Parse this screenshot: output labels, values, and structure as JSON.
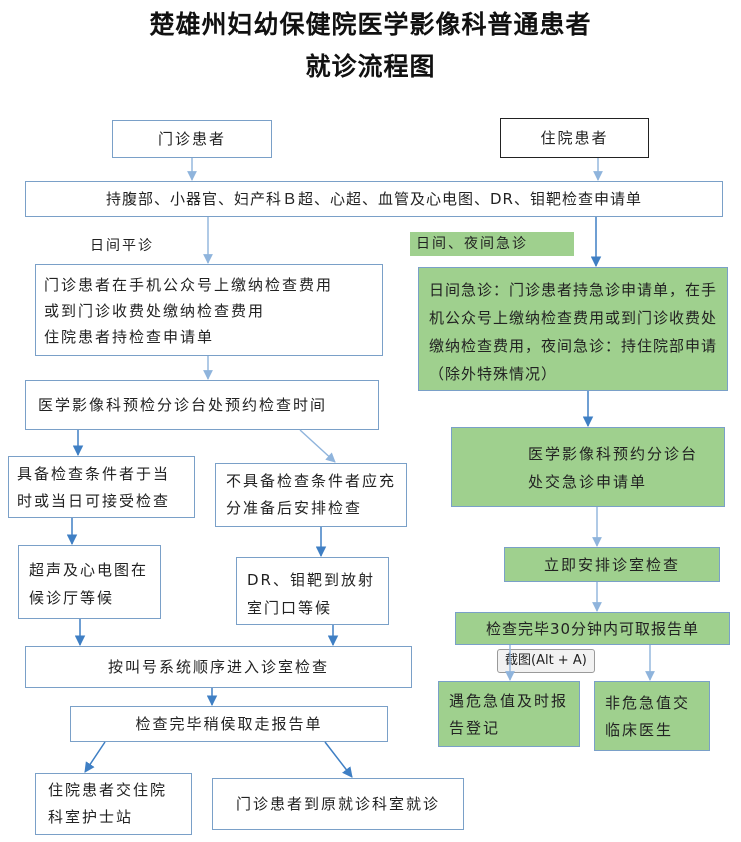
{
  "title_line1": "楚雄州妇幼保健院医学影像科普通患者",
  "title_line2": "就诊流程图",
  "nodes": {
    "outpatient": "门诊患者",
    "inpatient": "住院患者",
    "request": "持腹部、小器官、妇产科Ｂ超、心超、血管及心电图、DR、钼靶检查申请单",
    "day_routine_label": "日间平诊",
    "emergency_label": "日间、夜间急诊",
    "pay_line1": "门诊患者在手机公众号上缴纳检查费用",
    "pay_line2": "或到门诊收费处缴纳检查费用",
    "pay_line3": "住院患者持检查申请单",
    "emergency_text": "日间急诊：门诊患者持急诊申请单，在手机公众号上缴纳检查费用或到门诊收费处缴纳检查费用，夜间急诊：持住院部申请（除外特殊情况）",
    "appointment": "医学影像科预检分诊台处预约检查时间",
    "emergency_appointment": "医学影像科预约分诊台处交急诊申请单",
    "ready": "具备检查条件者于当时或当日可接受检查",
    "not_ready": "不具备检查条件者应充分准备后安排检查",
    "ultrasound_wait": "超声及心电图在候诊厅等候",
    "dr_wait": "DR、钼靶到放射室门口等候",
    "immediate": "立即安排诊室检查",
    "call_system": "按叫号系统顺序进入诊室检查",
    "report_30": "检查完毕30分钟内可取报告单",
    "report_pickup": "检查完毕稍侯取走报告单",
    "critical": "遇危急值及时报告登记",
    "non_critical": "非危急值交临床医生",
    "inpatient_to_nurse": "住院患者交住院科室护士站",
    "outpatient_return": "门诊患者到原就诊科室就诊"
  },
  "tooltip": "截图(Alt + A)",
  "colors": {
    "green": "#9fd08e",
    "border": "#7aa0c8",
    "arrow": "#3f7fc4"
  }
}
